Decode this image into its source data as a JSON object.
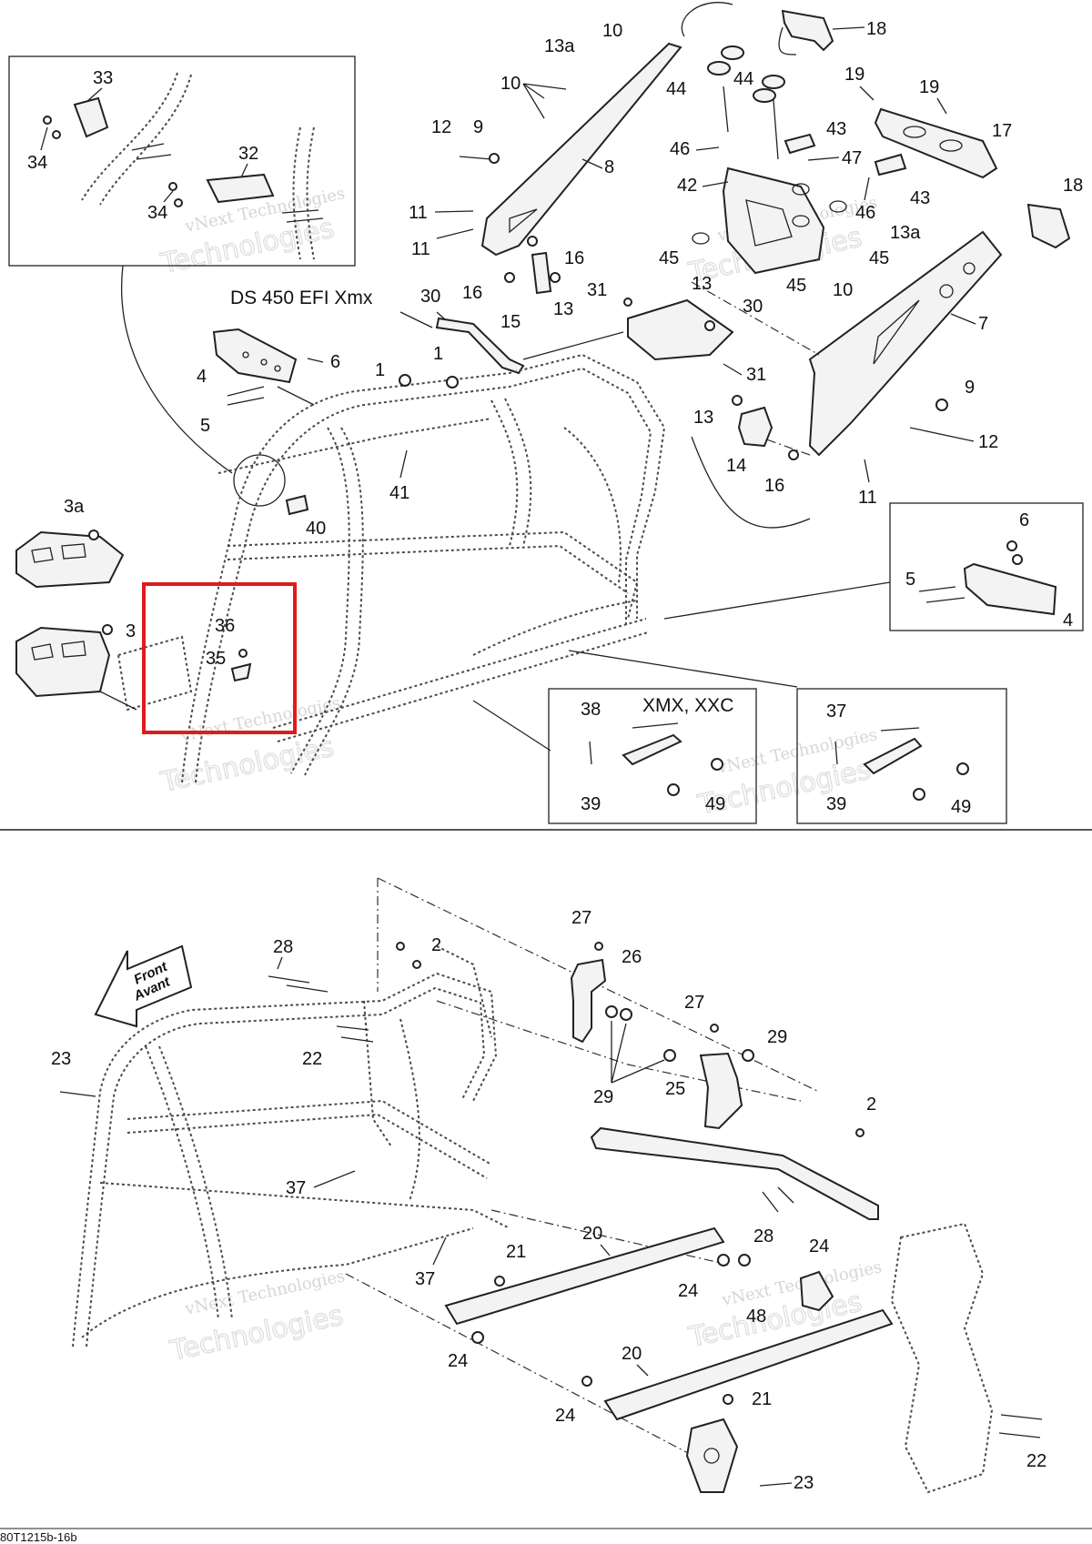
{
  "diagram": {
    "model_label": "DS 450 EFI Xmx",
    "variant_label_a": "XMX, XXC",
    "direction_label_line1": "Front",
    "direction_label_line2": "Avant",
    "footer_code": "80T1215b-16b",
    "watermark_line1": "vNext Technologies",
    "watermark_line2": "Technologies",
    "highlight_color": "#e01b1b",
    "line_color": "#222222",
    "top_callouts": {
      "c10a": "10",
      "c13a_1": "13a",
      "c10b": "10",
      "c44a": "44",
      "c44b": "44",
      "c18a": "18",
      "c19a": "19",
      "c19b": "19",
      "c17": "17",
      "c12a": "12",
      "c9a": "9",
      "c8": "8",
      "c46a": "46",
      "c43a": "43",
      "c47": "47",
      "c42": "42",
      "c43b": "43",
      "c46b": "46",
      "c18b": "18",
      "c11a": "11",
      "c11b": "11",
      "c16a": "16",
      "c45a": "45",
      "c13a_2": "13a",
      "c45b": "45",
      "c45c": "45",
      "c16b": "16",
      "c15": "15",
      "c13a": "13",
      "c31a": "31",
      "c13b": "13",
      "c30a": "30",
      "c10c": "10",
      "c7": "7",
      "c30b": "30",
      "c1a": "1",
      "c1b": "1",
      "c4a": "4",
      "c6a": "6",
      "c5a": "5",
      "c31b": "31",
      "c13c": "13",
      "c9b": "9",
      "c12b": "12",
      "c14": "14",
      "c16c": "16",
      "c11c": "11",
      "c41": "41",
      "c40": "40",
      "c3a": "3a",
      "c3": "3",
      "c36": "36",
      "c35": "35",
      "c6b": "6",
      "c5b": "5",
      "c4b": "4",
      "c38": "38",
      "c39a": "39",
      "c49a": "49",
      "c37a": "37",
      "c39b": "39",
      "c49b": "49",
      "c33": "33",
      "c34a": "34",
      "c32": "32",
      "c34b": "34"
    },
    "bottom_callouts": {
      "c27a": "27",
      "c26": "26",
      "c28a": "28",
      "c2a": "2",
      "c27b": "27",
      "c29a": "29",
      "c22a": "22",
      "c23a": "23",
      "c29b": "29",
      "c25": "25",
      "c2b": "2",
      "c37b": "37",
      "c28b": "28",
      "c20a": "20",
      "c21a": "21",
      "c24a": "24",
      "c37c": "37",
      "c24b": "24",
      "c48": "48",
      "c24c": "24",
      "c20b": "20",
      "c21b": "21",
      "c24d": "24",
      "c23b": "23",
      "c22b": "22"
    }
  }
}
